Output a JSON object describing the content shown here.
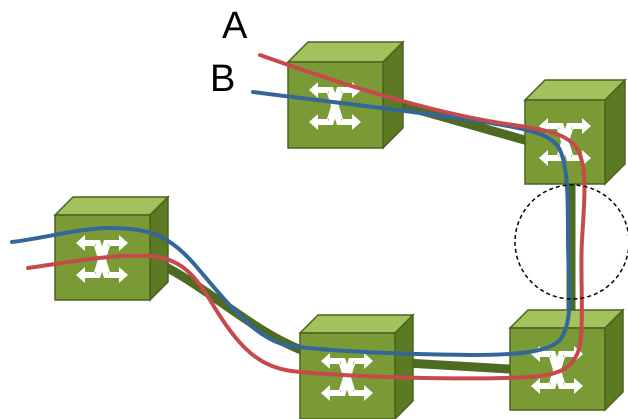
{
  "diagram": {
    "paths": [
      {
        "id": "A",
        "label": "A",
        "color": "#c8494c"
      },
      {
        "id": "B",
        "label": "B",
        "color": "#336699"
      }
    ],
    "link_color": "#4e6b22",
    "switch_colors": {
      "front": "#7a9a35",
      "top": "#a3c15c",
      "side": "#5c7a24",
      "edge": "#4a6320",
      "arrow": "#ffffff"
    },
    "switches": [
      {
        "id": "switch-top"
      },
      {
        "id": "switch-right-upper"
      },
      {
        "id": "switch-left"
      },
      {
        "id": "switch-bottom-middle"
      },
      {
        "id": "switch-right-lower"
      }
    ],
    "failure_region": {
      "style": "dashed circle"
    }
  }
}
